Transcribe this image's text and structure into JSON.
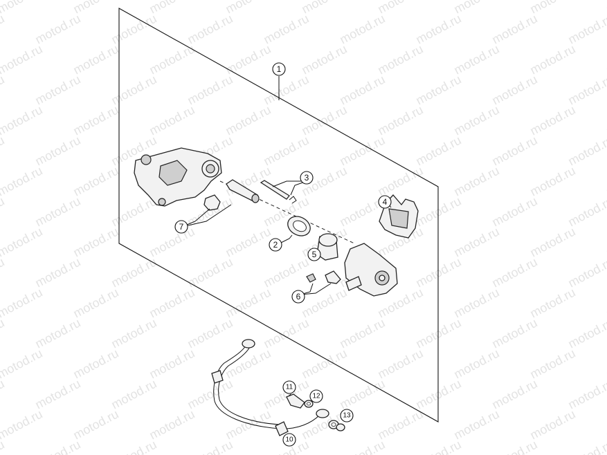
{
  "watermark": {
    "text": "motod.ru"
  },
  "callouts": [
    {
      "id": "1",
      "label": "1"
    },
    {
      "id": "2",
      "label": "2"
    },
    {
      "id": "3",
      "label": "3"
    },
    {
      "id": "4",
      "label": "4"
    },
    {
      "id": "5",
      "label": "5"
    },
    {
      "id": "6",
      "label": "6"
    },
    {
      "id": "7",
      "label": "7"
    },
    {
      "id": "10",
      "label": "10"
    },
    {
      "id": "11",
      "label": "11"
    },
    {
      "id": "12",
      "label": "12"
    },
    {
      "id": "13",
      "label": "13"
    }
  ]
}
